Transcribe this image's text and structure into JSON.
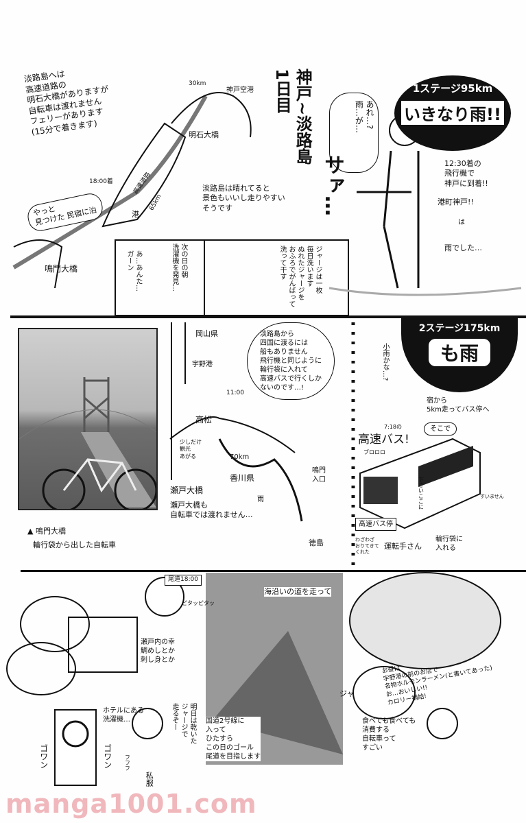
{
  "day_title": {
    "day": "1日目",
    "route": "神戸~淡路島"
  },
  "stage1": {
    "label": "1ステージ95km",
    "headline": "いきなり雨!!"
  },
  "stage2": {
    "label": "2ステージ175km",
    "headline": "も雨"
  },
  "top": {
    "note_awaji": "淡路島へは\n高速道路の\n明石大橋がありますが\n自転車は渡れません\nフェリーがあります\n(15分で着きます)",
    "map_30km": "30km",
    "map_kobe_airport": "神戸空港",
    "map_akashi": "明石大橋",
    "map_1800": "18:00着",
    "map_highway": "高速道路",
    "map_65km": "65km",
    "map_port": "港",
    "inn_bubble": "やっと\n見つけた 民宿に泊",
    "note_sunny": "淡路島は晴れてると\n景色もいいし走りやすい\nそうです",
    "map_naruto": "鳴門大橋",
    "rain_bubble_1": "あれ…?",
    "rain_bubble_2": "雨…が…",
    "sfx_saa": "サァ…",
    "arrival_note": "12:30着の\n飛行機で\n神戸に到着!!",
    "port_kobe": "港町神戸!!",
    "wa": "は",
    "rain_was": "雨でした…",
    "comic_1": "ジャージは一枚\n毎日洗います\nぬれたジャージを\nおふろでがんばって\n洗って干す",
    "comic_2": "次の日の朝\n洗濯機を発見…",
    "comic_3": "あ…あんた…\nガーン"
  },
  "middle": {
    "photo_caption_1": "▲ 鳴門大橋",
    "photo_caption_2": "輪行袋から出した自転車",
    "map_okayama": "岡山県",
    "map_uno": "宇野港",
    "map_1100": "11:00",
    "map_takamatsu": "高松",
    "map_detour": "少しだけ\n観光\nあがる",
    "map_70km": "70km",
    "map_kagawa": "香川県",
    "map_seto": "瀬戸大橋",
    "seto_note": "瀬戸大橋も\n自転車では渡れません…",
    "map_rain": "雨",
    "map_naruto_entrance": "鳴門\n入口",
    "map_tokushima": "徳島",
    "bubble_shikoku": "淡路島から\n四国に渡るには\n船もありません\n飛行機と同じように\n輪行袋に入れて\n高速バスで行くしか\nないのです…!",
    "light_rain": "小雨かな…?",
    "walk_note": "宿から\n5km走ってバス停へ",
    "sokode": "そこで",
    "time_label": "7:18の",
    "highway_bus": "高速バス!",
    "sfx_bus": "ブロロロ",
    "bus_stop_sign": "高速バス停",
    "bus_door": "下さいここに",
    "driver_note": "わざわざ\nおりてきて\nくれた",
    "driver": "運転手さん",
    "sorry": "すいません",
    "bag_note": "輪行袋に\n入れる"
  },
  "bottom": {
    "onomichi_sign": "尾道18:00",
    "sfx_pita": "ピタッピタッ",
    "dinner_note": "瀬戸内の幸\n鯛めしとか\n刺し身とか",
    "coast_road": "海沿いの道を走って",
    "route_note": "国道2号線に\n入って\nひたすら\nこの日のゴール\n尾道を目指します",
    "sfx_ja": "ジャ",
    "lunch_note": "お昼は\n宇野港の前のお店で\n名物ホルモンラーメン(と書いてあった)\nお…おいしい!!\nカロリー補給!",
    "eat_note": "食べても食べても\n消費する\n自転車って\nすごい",
    "washer_note": "ホテルにある\n洗濯機…",
    "sfx_gowan1": "ゴワン",
    "sfx_gowan2": "ゴワン",
    "dry_note": "明日は乾いた\nジャージで\n走るぞー",
    "fufu": "フフフ",
    "plain_clothes": "私服"
  },
  "watermark": "manga1001.com",
  "colors": {
    "ink": "#111111",
    "watermark": "#f0b8bc",
    "photo_gray": "#8a8a8a"
  }
}
